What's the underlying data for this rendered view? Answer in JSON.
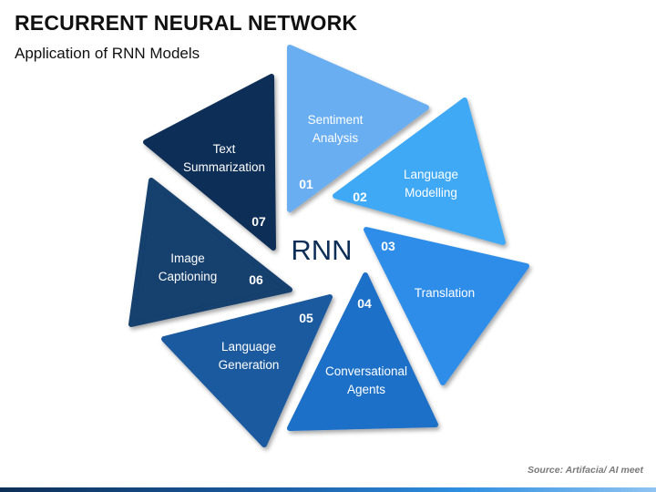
{
  "header": {
    "title": "RECURRENT NEURAL NETWORK",
    "subtitle": "Application of RNN Models"
  },
  "center_label": "RNN",
  "items": [
    {
      "num": "01",
      "lines": [
        "Sentiment",
        "Analysis"
      ],
      "color": "#6aaef2"
    },
    {
      "num": "02",
      "lines": [
        "Language",
        "Modelling"
      ],
      "color": "#3fa9f5"
    },
    {
      "num": "03",
      "lines": [
        "Translation"
      ],
      "color": "#2f8de8"
    },
    {
      "num": "04",
      "lines": [
        "Conversational",
        "Agents"
      ],
      "color": "#1f6fc8"
    },
    {
      "num": "05",
      "lines": [
        "Language",
        "Generation"
      ],
      "color": "#1a5aa0"
    },
    {
      "num": "06",
      "lines": [
        "Image",
        "Captioning"
      ],
      "color": "#123f6e"
    },
    {
      "num": "07",
      "lines": [
        "Text",
        "Summarization"
      ],
      "color": "#0d2f57"
    }
  ],
  "source": "Source: Artifacia/ AI meet"
}
